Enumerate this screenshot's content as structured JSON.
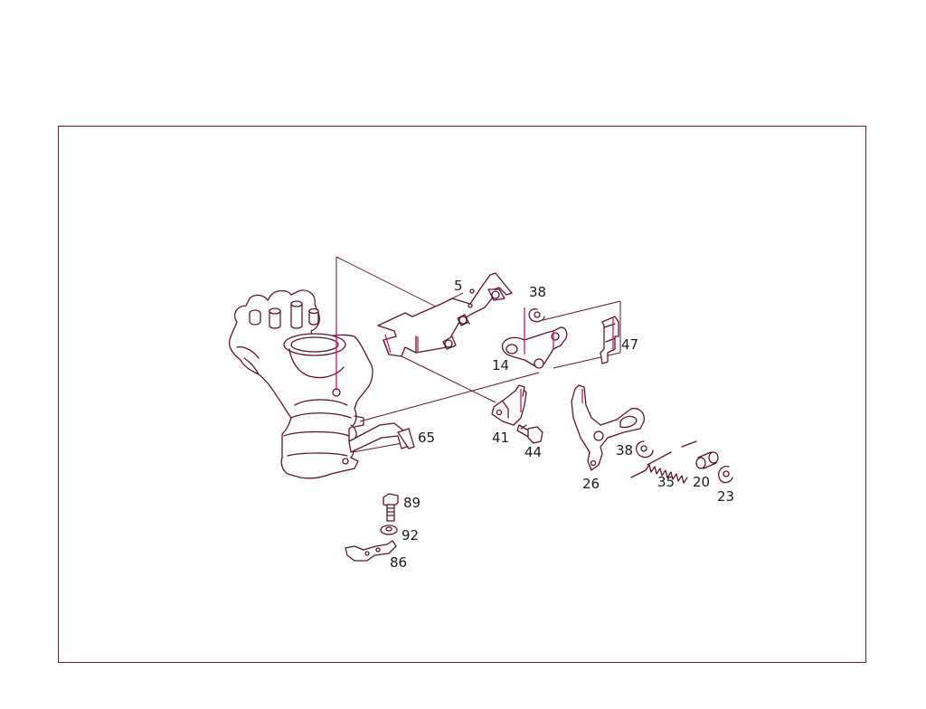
{
  "diagram": {
    "colors": {
      "frame": "#6e1a35",
      "line": "#5a1430",
      "highlight": "#d0105a",
      "text": "#1a1a1a",
      "background": "#ffffff"
    },
    "callouts": {
      "c5": "5",
      "c38a": "38",
      "c14": "14",
      "c47": "47",
      "c41": "41",
      "c44": "44",
      "c65": "65",
      "c38b": "38",
      "c26": "26",
      "c35": "35",
      "c20": "20",
      "c23": "23",
      "c89": "89",
      "c92": "92",
      "c86": "86"
    }
  }
}
